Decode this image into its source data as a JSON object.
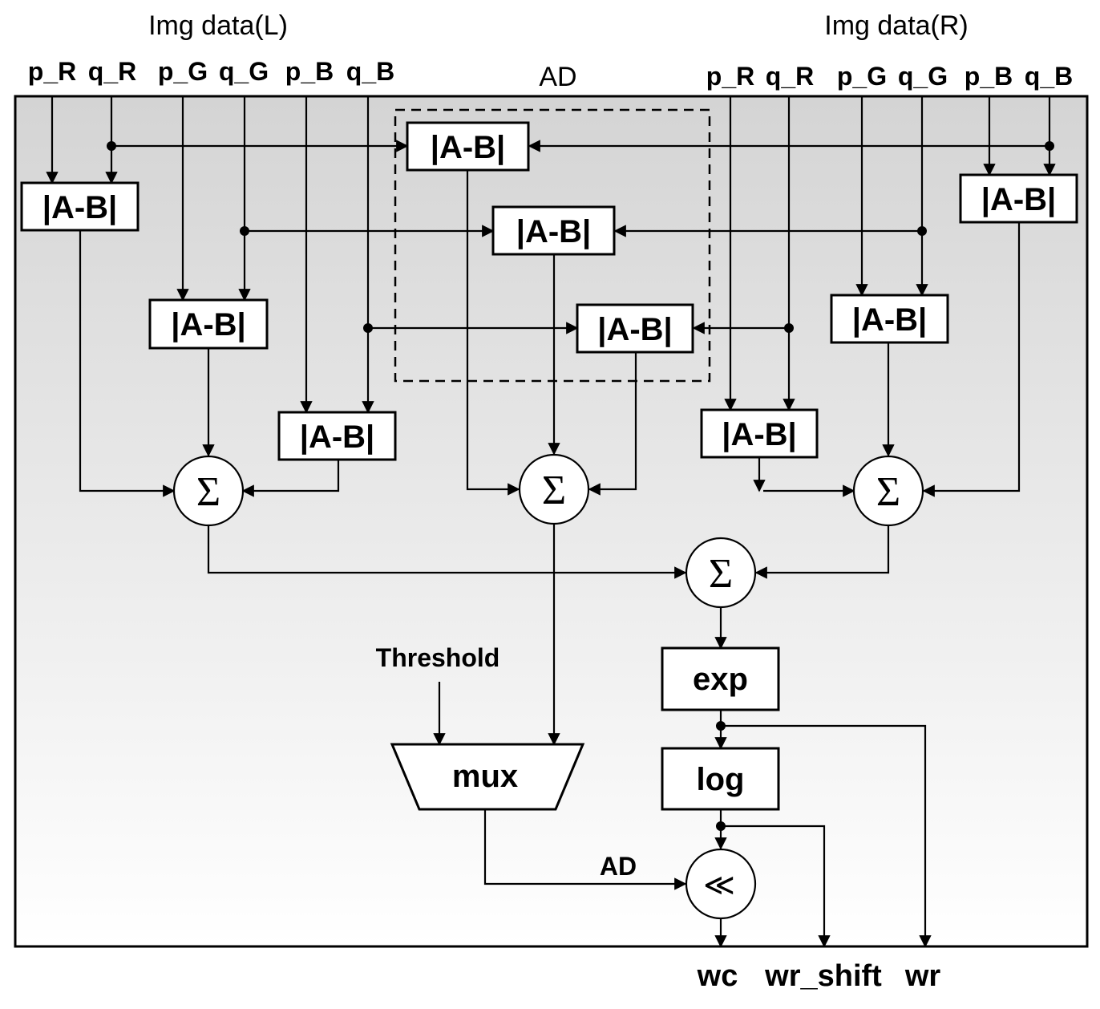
{
  "headers": {
    "left_group": "Img data(L)",
    "right_group": "Img data(R)",
    "ad_group": "AD"
  },
  "inputs_left": [
    "p_R",
    "q_R",
    "p_G",
    "q_G",
    "p_B",
    "q_B"
  ],
  "inputs_right": [
    "p_R",
    "q_R",
    "p_G",
    "q_G",
    "p_B",
    "q_B"
  ],
  "abs_diff_label": "|A-B|",
  "sum_symbol": "Σ",
  "shift_symbol": "≪",
  "threshold_label": "Threshold",
  "mux_label": "mux",
  "exp_label": "exp",
  "log_label": "log",
  "ad_signal_label": "AD",
  "outputs": [
    "wc",
    "wr_shift",
    "wr"
  ]
}
